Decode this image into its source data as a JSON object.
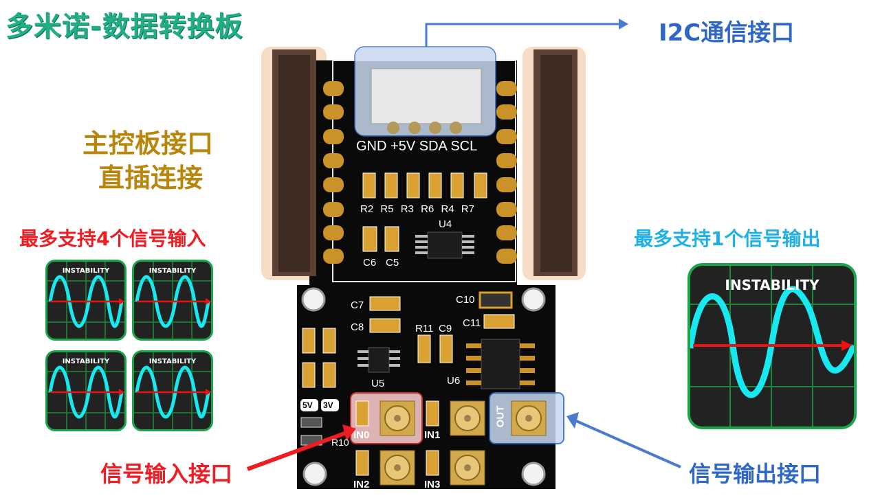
{
  "title": "多米诺-数据转换板",
  "labels": {
    "i2c": "I2C通信接口",
    "main_board_line1": "主控板接口",
    "main_board_line2": "直插连接",
    "inputs": "最多支持4个信号输入",
    "outputs": "最多支持1个信号输出",
    "input_port": "信号输入接口",
    "output_port": "信号输出接口"
  },
  "scope_text": "INSTABILITY",
  "board": {
    "pin_labels": [
      "GND",
      "+5V",
      "SDA",
      "SCL"
    ],
    "resistor_labels": [
      "R2",
      "R5",
      "R3",
      "R6",
      "R4",
      "R7"
    ],
    "chip_u4": "U4",
    "cap_c6": "C6",
    "cap_c5": "C5",
    "cap_c7": "C7",
    "cap_c8": "C8",
    "cap_c9": "C9",
    "cap_c10": "C10",
    "cap_c11": "C11",
    "res_r11": "R11",
    "res_r10": "R10",
    "chip_u5": "U5",
    "chip_u6": "U6",
    "v5": "5V",
    "v3": "3V",
    "in0": "IN0",
    "in1": "IN1",
    "in2": "IN2",
    "in3": "IN3",
    "out": "OUT"
  },
  "colors": {
    "title": "#1fae86",
    "blue": "#2f67c8",
    "gold": "#b8860b",
    "red": "#ee1d23",
    "cyan": "#1fb0e6",
    "wave": "#18e8f0",
    "scope_border": "#19a54a"
  }
}
